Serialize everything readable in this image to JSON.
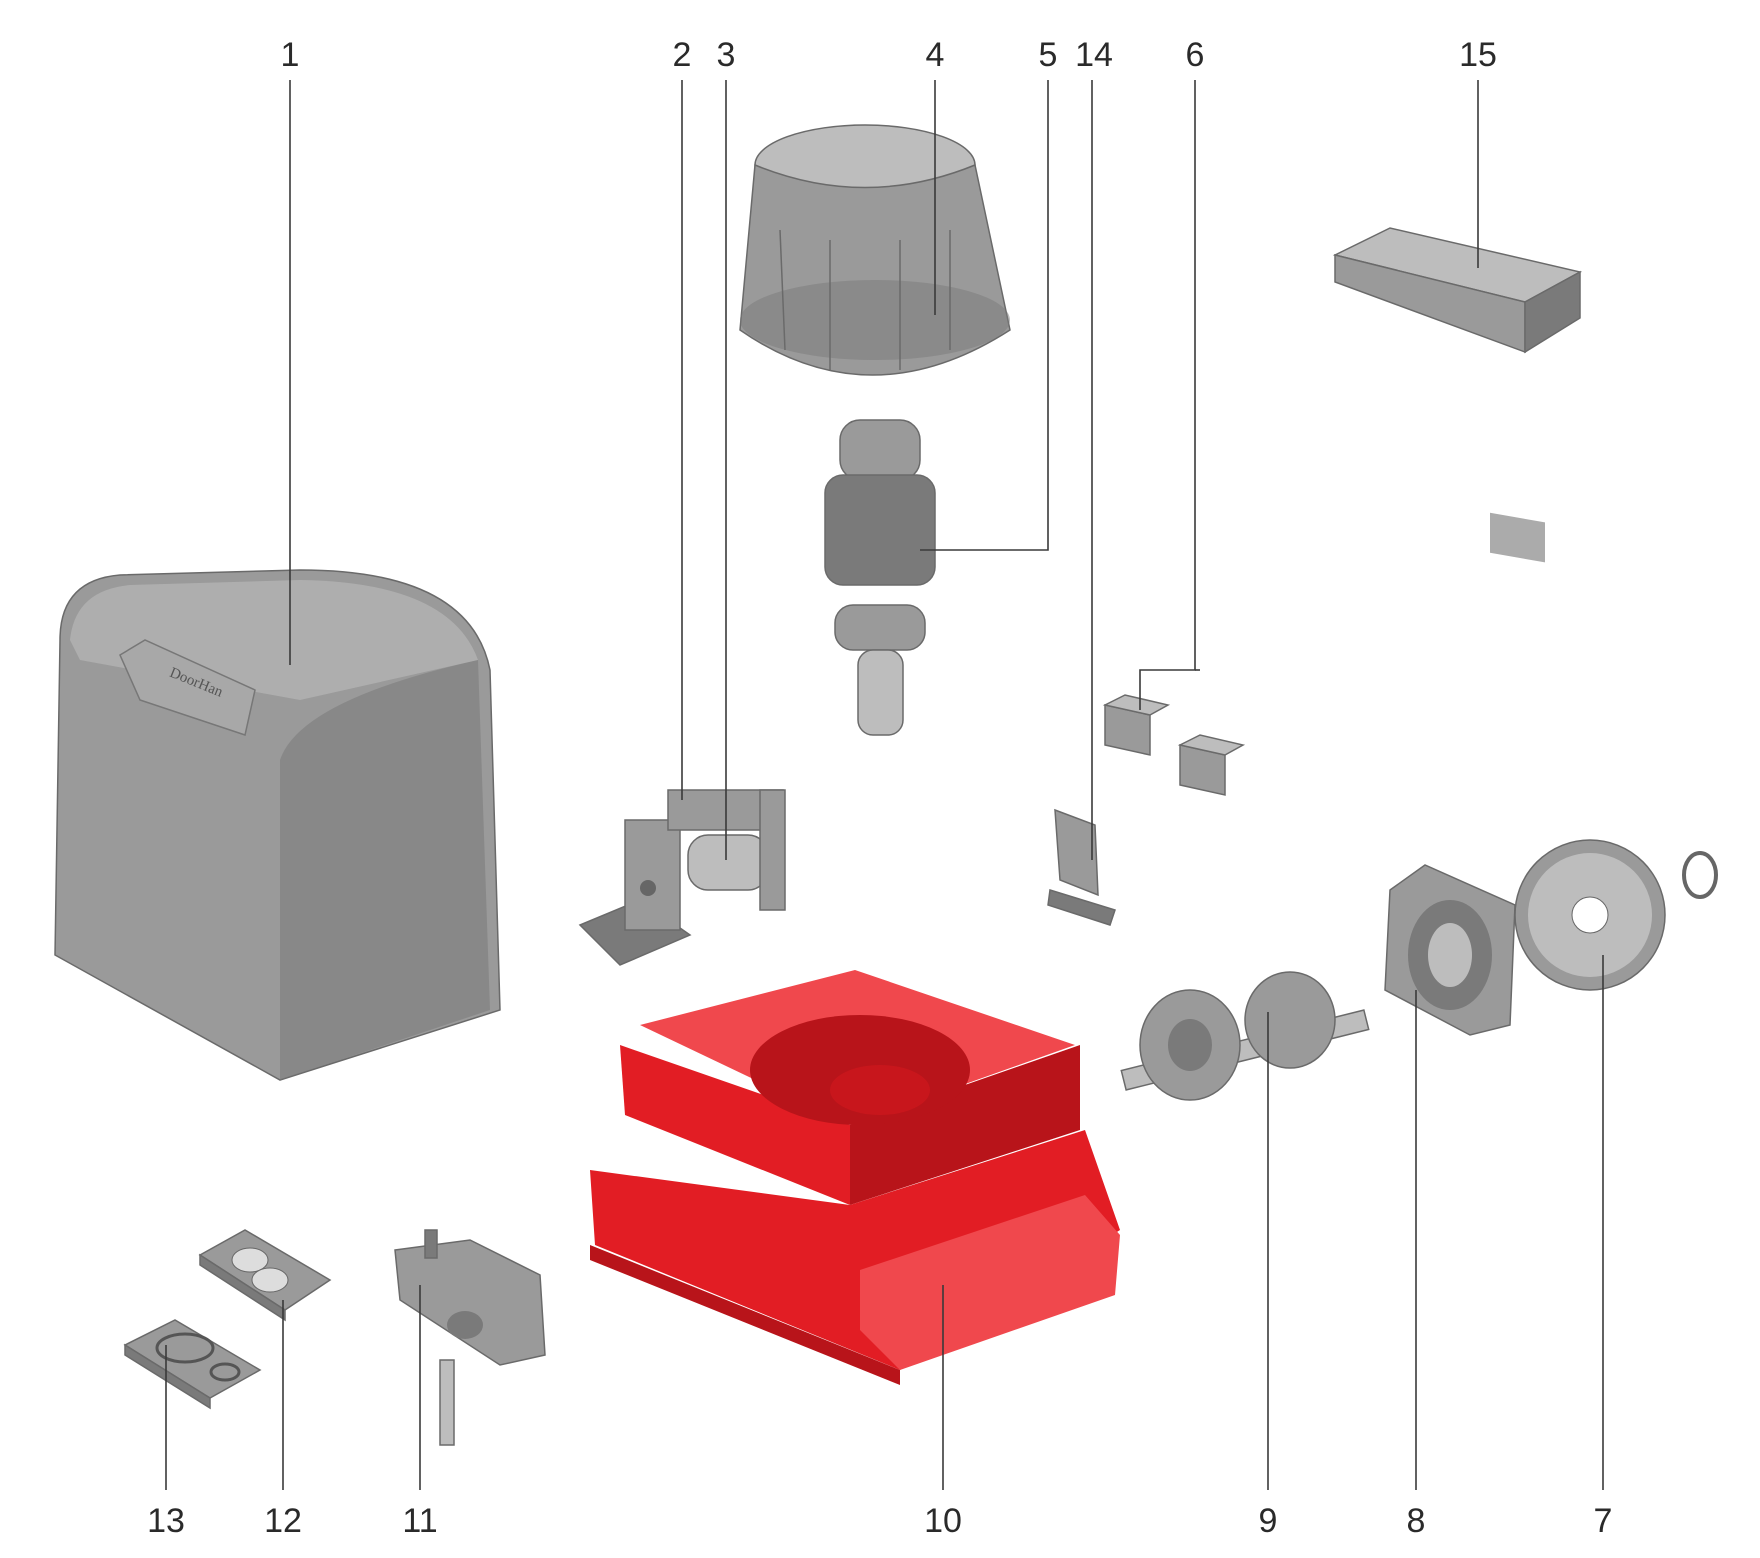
{
  "part_labels": [
    "1",
    "2",
    "3",
    "4",
    "5",
    "14",
    "6",
    "15",
    "7",
    "8",
    "9",
    "10",
    "11",
    "12",
    "13"
  ],
  "logo_text": "DoorHan",
  "colors": {
    "housing_base": "#e21d24",
    "parts": "#9a9a9a",
    "text": "#2a2a2a"
  }
}
